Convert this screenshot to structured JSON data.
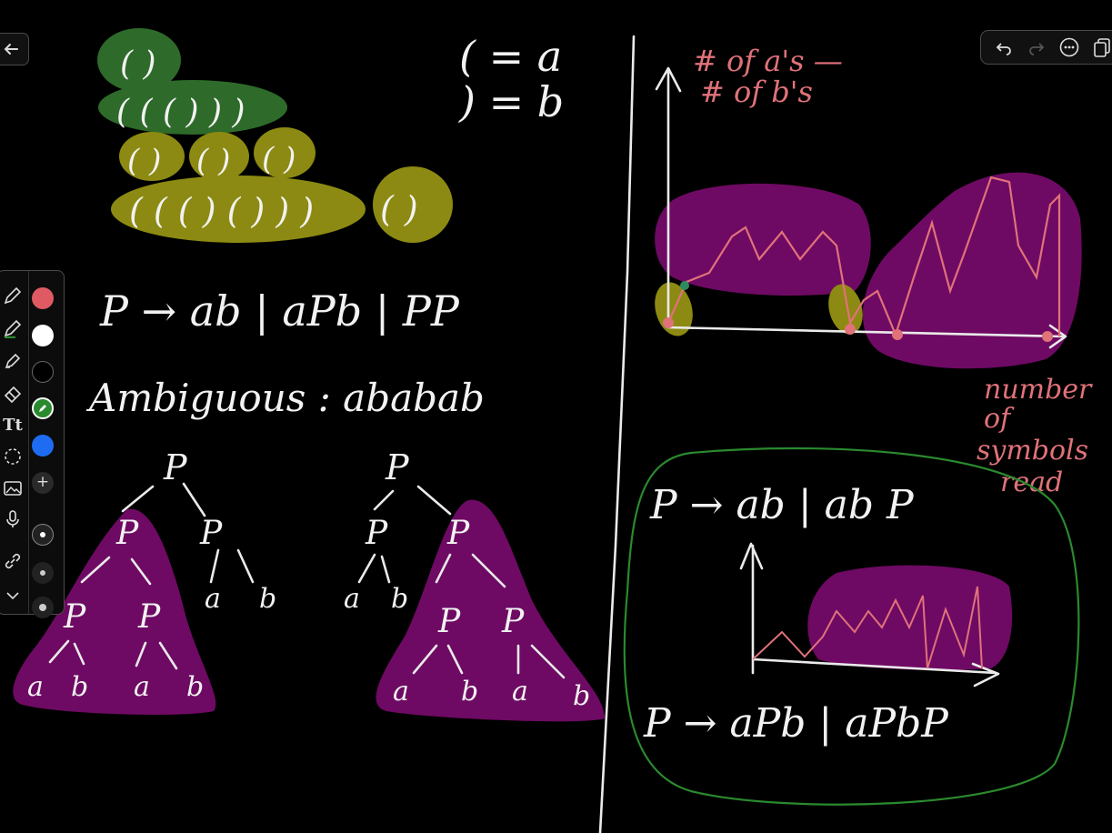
{
  "toolbar": {
    "back_icon": "arrow-left-icon",
    "undo_icon": "undo-icon",
    "redo_icon": "redo-icon",
    "more_icon": "more-horizontal-icon",
    "pages_icon": "copy-pages-icon"
  },
  "tools": {
    "items": [
      "pen-icon",
      "highlighter-icon",
      "marker-icon",
      "eraser-icon",
      "text-tool",
      "lasso-icon",
      "image-icon",
      "mic-icon",
      "link-icon",
      "chevron-down-icon"
    ],
    "text_tool_label": "Tt"
  },
  "swatches": {
    "colors": [
      "#e05a63",
      "#ffffff",
      "#000000",
      "#2a8a2e",
      "#1e6cf2"
    ],
    "selected": "#2a8a2e",
    "add_label": "+"
  },
  "notes": {
    "paren_a": "( = a",
    "paren_b": ") = b",
    "grammar1": "P → ab | aPb | PP",
    "ambiguous": "Ambiguous : ababab",
    "p": "P",
    "a": "a",
    "b": "b",
    "paren_row1": "( )",
    "paren_row2": "( ( ( ) ) )",
    "paren_row3a": "( )",
    "paren_row3b": "( )",
    "paren_row3c": "( )",
    "paren_row4a": "( ( ( ) ( ) ) )",
    "paren_row4b": "( )",
    "graph_ylabel_line1": "# of a's —",
    "graph_ylabel_line2": "# of b's",
    "graph_xlabel_line1": "number",
    "graph_xlabel_line2": "of",
    "graph_xlabel_line3": "symbols",
    "graph_xlabel_line4": "read",
    "grammar2": "P → ab | ab P",
    "grammar3": "P → aPb | aPbP"
  }
}
